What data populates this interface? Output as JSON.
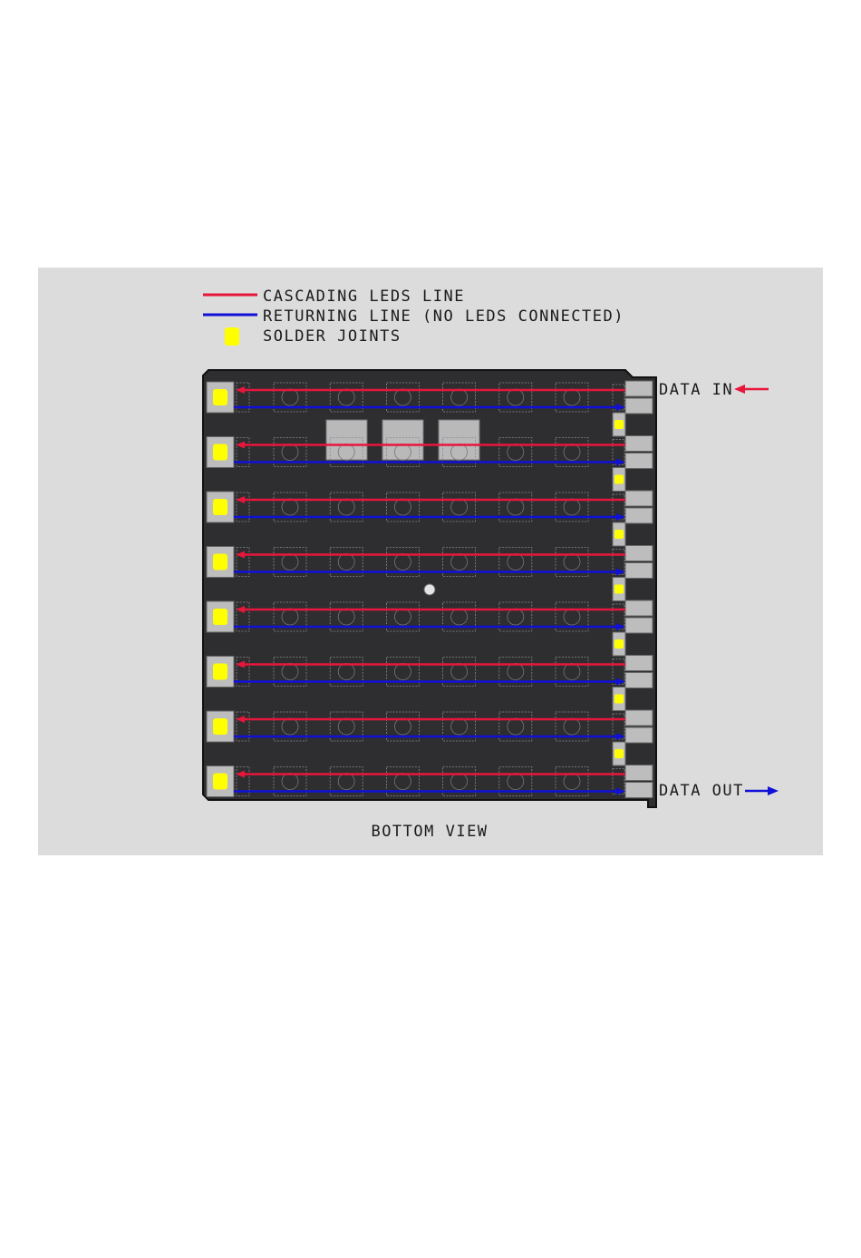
{
  "legend": {
    "cascading": {
      "label": "CASCADING LEDS LINE",
      "color": "#e8163c"
    },
    "returning": {
      "label": "RETURNING LINE (NO LEDS CONNECTED)",
      "color": "#1010d8"
    },
    "solder": {
      "label": "SOLDER JOINTS",
      "color": "#ffff00"
    }
  },
  "board": {
    "rows": 8,
    "led_columns": 7,
    "color": "#2e2e30",
    "data_in_label": "DATA IN",
    "data_out_label": "DATA OUT",
    "view_label": "BOTTOM VIEW"
  }
}
